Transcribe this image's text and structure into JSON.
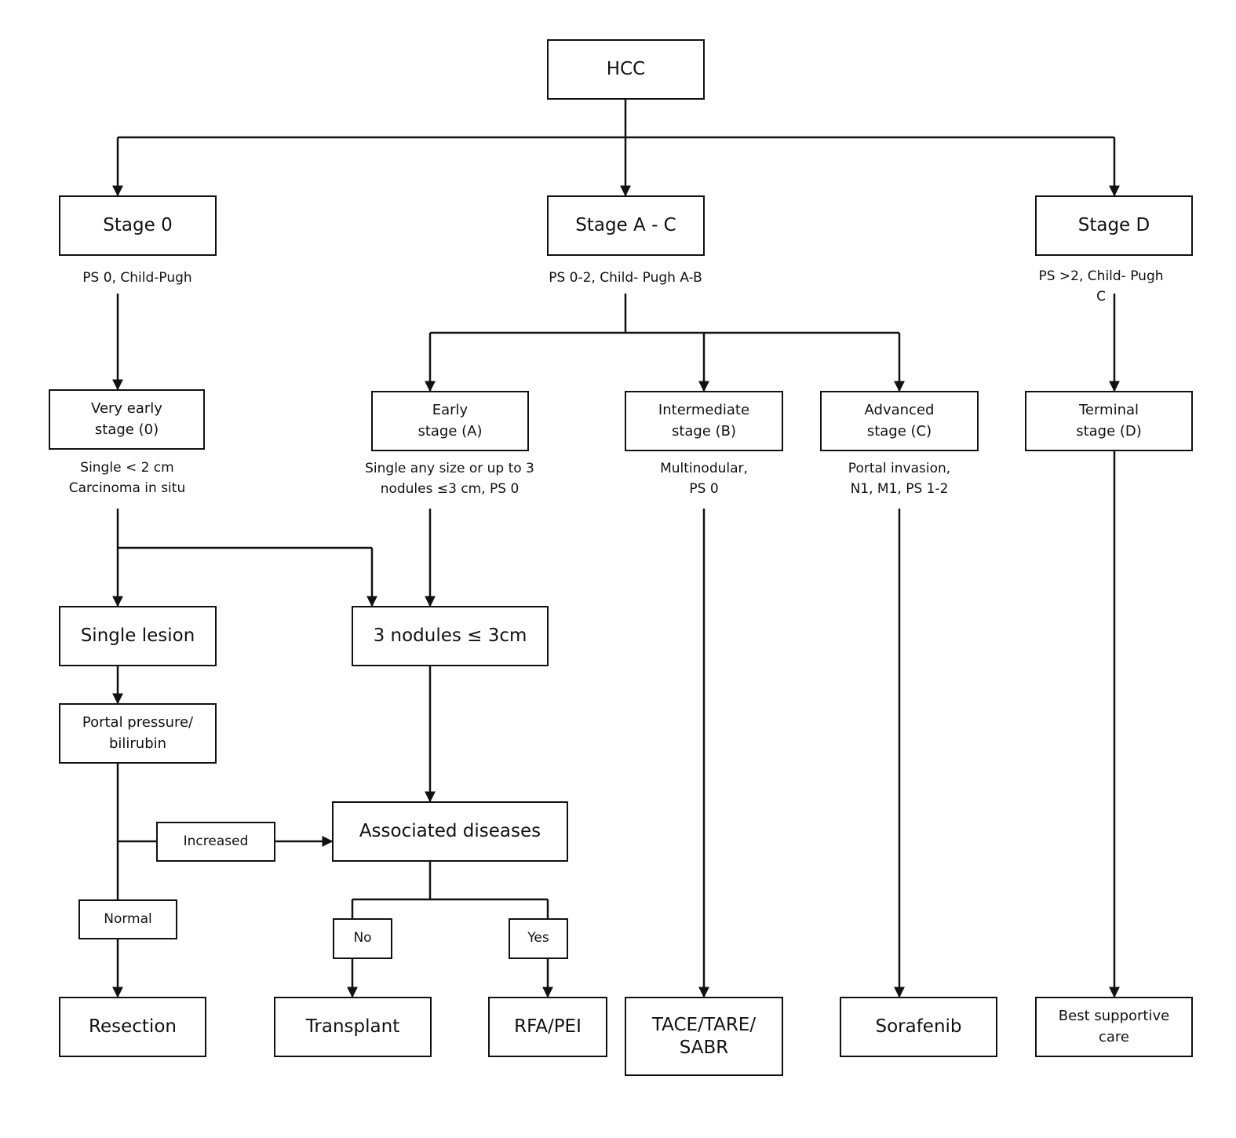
{
  "nodes": {
    "hcc": "HCC",
    "stage_0": "Stage 0",
    "stage_ac": "Stage A - C",
    "stage_d": "Stage D",
    "very_early": "Very early\nstage (0)",
    "early": "Early\nstage (A)",
    "intermediate": "Intermediate\nstage (B)",
    "advanced": "Advanced\nstage (C)",
    "terminal": "Terminal\nstage (D)",
    "single_lesion": "Single lesion",
    "three_nodules": "3 nodules ≤ 3cm",
    "portal_pressure": "Portal pressure/\nbilirubin",
    "associated_diseases": "Associated diseases",
    "increased": "Increased",
    "normal": "Normal",
    "no": "No",
    "yes": "Yes",
    "resection": "Resection",
    "transplant": "Transplant",
    "rfa_pei": "RFA/PEI",
    "tace": "TACE/TARE/\nSABR",
    "sorafenib": "Sorafenib",
    "best_supportive": "Best supportive\ncare"
  },
  "labels": {
    "stage_0_criteria": "PS 0, Child-Pugh",
    "stage_ac_criteria": "PS 0-2, Child- Pugh A-B",
    "stage_d_criteria": "PS >2, Child- Pugh C",
    "very_early_criteria": "Single < 2 cm\nCarcinoma in situ",
    "early_criteria": "Single any size or up to 3\nnodules ≤3 cm, PS 0",
    "intermediate_criteria": "Multinodular,\nPS 0",
    "advanced_criteria": "Portal invasion,\nN1, M1, PS 1-2"
  }
}
